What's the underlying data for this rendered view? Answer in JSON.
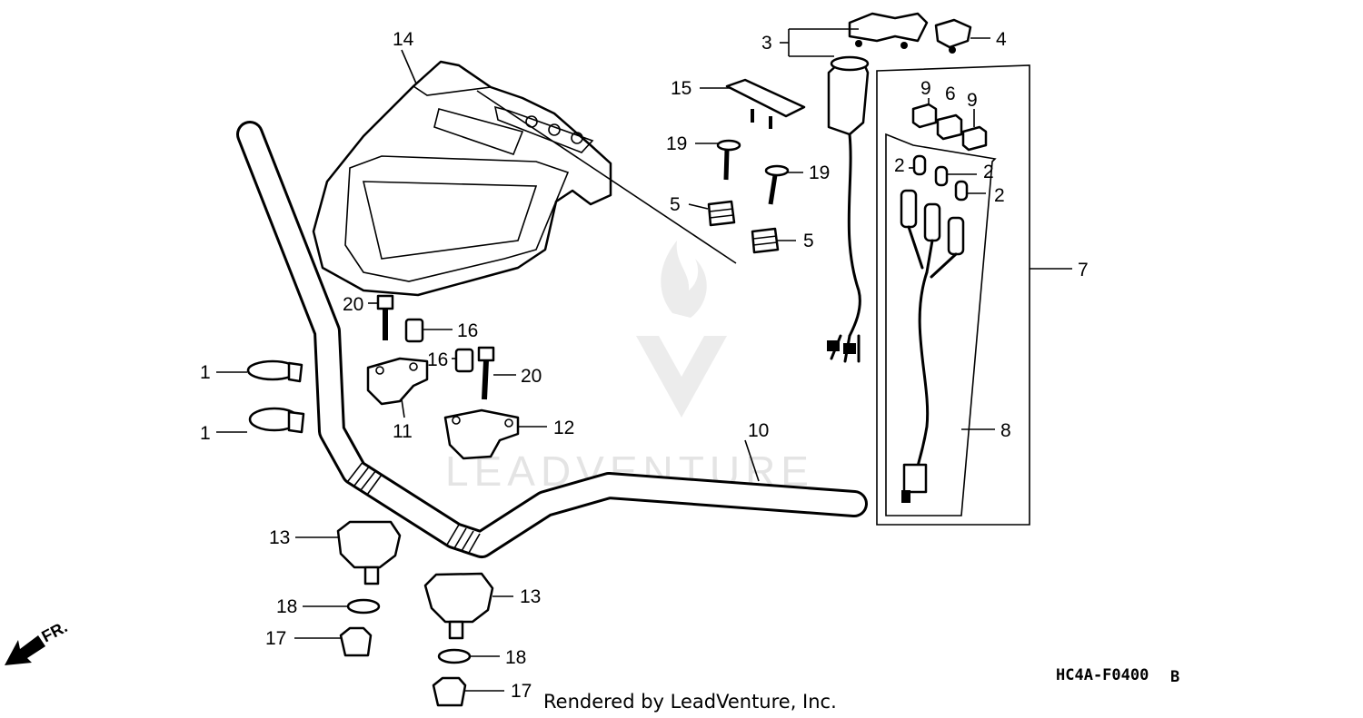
{
  "diagram": {
    "code": "HC4A-F0400",
    "code_suffix": "B",
    "credit": "Rendered by LeadVenture, Inc.",
    "watermark": "LEADVENTURE",
    "direction_label": "FR.",
    "labels": {
      "l1a": "1",
      "l1b": "1",
      "l2a": "2",
      "l2b": "2",
      "l2c": "2",
      "l3": "3",
      "l4": "4",
      "l5a": "5",
      "l5b": "5",
      "l6": "6",
      "l7": "7",
      "l8": "8",
      "l9a": "9",
      "l9b": "9",
      "l10": "10",
      "l11": "11",
      "l12": "12",
      "l13a": "13",
      "l13b": "13",
      "l14": "14",
      "l15": "15",
      "l16a": "16",
      "l16b": "16",
      "l17a": "17",
      "l17b": "17",
      "l18a": "18",
      "l18b": "18",
      "l19a": "19",
      "l19b": "19",
      "l20a": "20",
      "l20b": "20"
    },
    "colors": {
      "ink": "#000000",
      "paper": "#ffffff",
      "watermark": "#e4e4e4"
    }
  }
}
